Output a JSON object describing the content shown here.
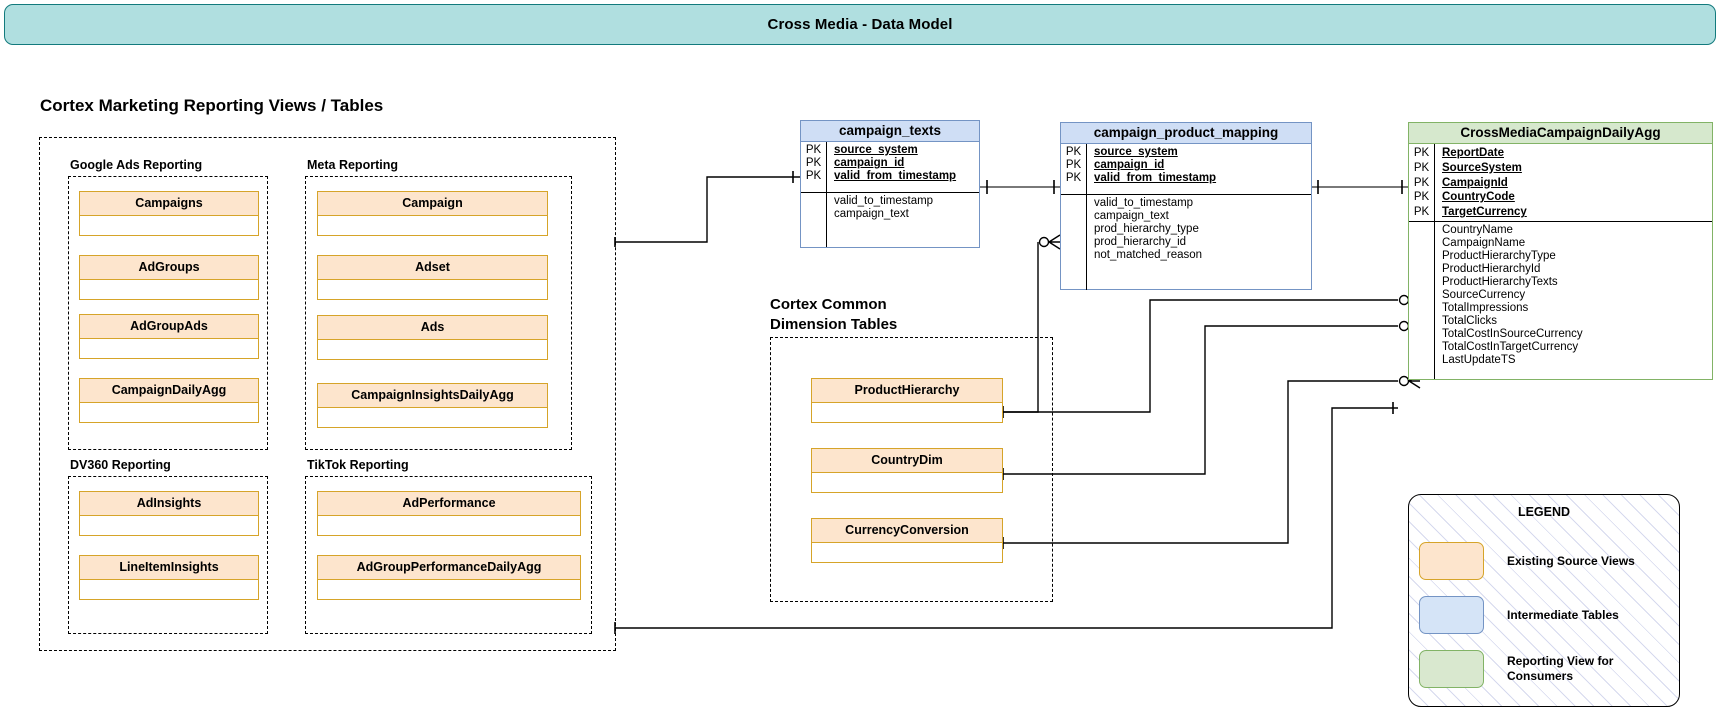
{
  "banner": {
    "title": "Cross Media - Data Model"
  },
  "headings": {
    "cortex_reporting": "Cortex Marketing Reporting Views / Tables",
    "common_dim": "Cortex Common\nDimension Tables"
  },
  "groups": [
    {
      "name": "google_ads",
      "label": "Google Ads Reporting",
      "tables": [
        "Campaigns",
        "AdGroups",
        "AdGroupAds",
        "CampaignDailyAgg"
      ]
    },
    {
      "name": "meta",
      "label": "Meta Reporting",
      "tables": [
        "Campaign",
        "Adset",
        "Ads",
        "CampaignInsightsDailyAgg"
      ]
    },
    {
      "name": "dv360",
      "label": "DV360 Reporting",
      "tables": [
        "AdInsights",
        "LineItemInsights"
      ]
    },
    {
      "name": "tiktok",
      "label": "TikTok Reporting",
      "tables": [
        "AdPerformance",
        "AdGroupPerformanceDailyAgg"
      ]
    }
  ],
  "dimension_tables": [
    "ProductHierarchy",
    "CountryDim",
    "CurrencyConversion"
  ],
  "entities": [
    {
      "name": "campaign_texts",
      "title": "campaign_texts",
      "color": "blue",
      "keys": [
        "PK",
        "PK",
        "PK"
      ],
      "key_fields": [
        "source_system",
        "campaign_id",
        "valid_from_timestamp"
      ],
      "fields": [
        "valid_to_timestamp",
        "campaign_text"
      ]
    },
    {
      "name": "campaign_product_mapping",
      "title": "campaign_product_mapping",
      "color": "blue",
      "keys": [
        "PK",
        "PK",
        "PK"
      ],
      "key_fields": [
        "source_system",
        "campaign_id",
        "valid_from_timestamp"
      ],
      "fields": [
        "valid_to_timestamp",
        "campaign_text",
        "prod_hierarchy_type",
        "prod_hierarchy_id",
        "not_matched_reason"
      ]
    },
    {
      "name": "cross_media_campaign_daily_agg",
      "title": "CrossMediaCampaignDailyAgg",
      "color": "green",
      "keys": [
        "PK",
        "PK",
        "PK",
        "PK",
        "PK"
      ],
      "key_fields": [
        "ReportDate",
        "SourceSystem",
        "CampaignId",
        "CountryCode",
        "TargetCurrency"
      ],
      "fields": [
        "CountryName",
        "CampaignName",
        "ProductHierarchyType",
        "ProductHierarchyId",
        "ProductHierarchyTexts",
        "SourceCurrency",
        "TotalImpressions",
        "TotalClicks",
        "TotalCostInSourceCurrency",
        "TotalCostInTargetCurrency",
        "LastUpdateTS"
      ]
    }
  ],
  "legend": {
    "title": "LEGEND",
    "items": [
      {
        "swatch": "orange",
        "label": "Existing Source Views"
      },
      {
        "swatch": "blue",
        "label": "Intermediate Tables"
      },
      {
        "swatch": "green",
        "label": "Reporting View for\nConsumers"
      }
    ]
  },
  "colors": {
    "banner_fill": "#b0dfe0",
    "banner_stroke": "#127a7d",
    "source_fill": "#fde5cd",
    "source_stroke": "#d6a429",
    "intermediate_fill": "#cfdef5",
    "intermediate_stroke": "#7494c4",
    "reporting_fill": "#d6e8cd",
    "reporting_stroke": "#82b366",
    "connector": "#000000"
  }
}
